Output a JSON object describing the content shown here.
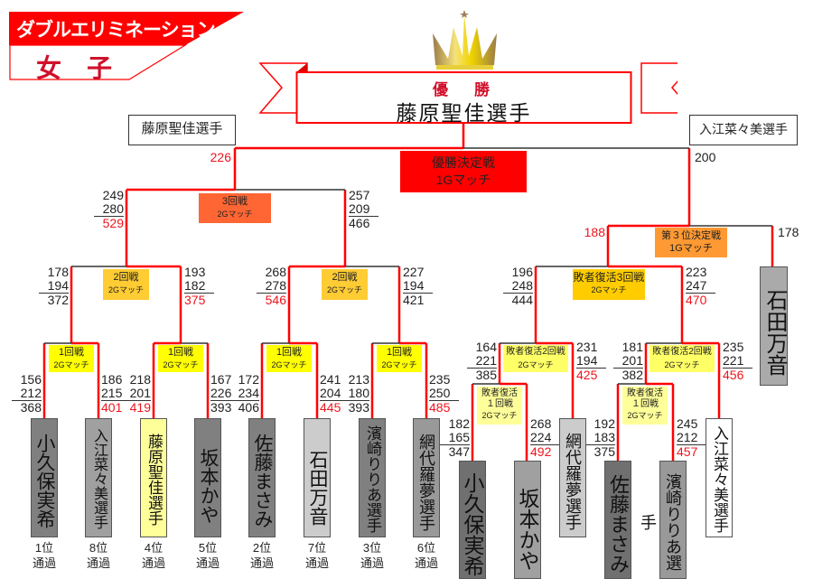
{
  "title": {
    "main": "ダブルエリミネーション",
    "sub": "女　子"
  },
  "champion": {
    "label": "優　勝",
    "name": "藤原聖佳選手"
  },
  "finalists": {
    "left": "藤原聖佳選手",
    "right": "入江菜々美選手"
  },
  "final": {
    "label": "優勝決定戦",
    "format": "1Gマッチ",
    "left_score": "226",
    "right_score": "200"
  },
  "round3": {
    "label": "3回戦",
    "format": "2Gマッチ",
    "left": [
      "249",
      "280",
      "529"
    ],
    "right": [
      "257",
      "209",
      "466"
    ]
  },
  "round2": [
    {
      "label": "2回戦",
      "format": "2Gマッチ",
      "left": [
        "178",
        "194",
        "372"
      ],
      "right": [
        "193",
        "182",
        "375"
      ]
    },
    {
      "label": "2回戦",
      "format": "2Gマッチ",
      "left": [
        "268",
        "278",
        "546"
      ],
      "right": [
        "227",
        "194",
        "421"
      ]
    }
  ],
  "round1": [
    {
      "label": "1回戦",
      "format": "2Gマッチ",
      "left": [
        "156",
        "212",
        "368"
      ],
      "right": [
        "186",
        "215",
        "401"
      ]
    },
    {
      "label": "1回戦",
      "format": "2Gマッチ",
      "left": [
        "218",
        "201",
        "419"
      ],
      "right": [
        "167",
        "226",
        "393"
      ]
    },
    {
      "label": "1回戦",
      "format": "2Gマッチ",
      "left": [
        "172",
        "234",
        "406"
      ],
      "right": [
        "241",
        "204",
        "445"
      ]
    },
    {
      "label": "1回戦",
      "format": "2Gマッチ",
      "left": [
        "213",
        "180",
        "393"
      ],
      "right": [
        "235",
        "250",
        "485"
      ]
    }
  ],
  "third_place": {
    "label": "第３位決定戦",
    "format": "1Gマッチ",
    "left_score": "188",
    "right_score": "178"
  },
  "losers3": {
    "label": "敗者復活3回戦",
    "format": "2Gマッチ",
    "left": [
      "196",
      "248",
      "444"
    ],
    "right": [
      "223",
      "247",
      "470"
    ]
  },
  "losers2": [
    {
      "label": "敗者復活2回戦",
      "format": "2Gマッチ",
      "left": [
        "164",
        "221",
        "385"
      ],
      "right": [
        "231",
        "194",
        "425"
      ]
    },
    {
      "label": "敗者復活2回戦",
      "format": "2Gマッチ",
      "left": [
        "181",
        "201",
        "382"
      ],
      "right": [
        "235",
        "221",
        "456"
      ]
    }
  ],
  "losers1": [
    {
      "label1": "敗者復活",
      "label2": "１回戦",
      "format": "2Gマッチ",
      "left": [
        "182",
        "165",
        "347"
      ],
      "right": [
        "268",
        "224",
        "492"
      ]
    },
    {
      "label1": "敗者復活",
      "label2": "１回戦",
      "format": "2Gマッチ",
      "left": [
        "192",
        "183",
        "375"
      ],
      "right": [
        "245",
        "212",
        "457"
      ]
    }
  ],
  "players": [
    {
      "name": "小久保実希",
      "rank": "1位"
    },
    {
      "name": "入江菜々美選手",
      "rank": "8位"
    },
    {
      "name": "藤原聖佳選手",
      "rank": "4位"
    },
    {
      "name": "坂本かや",
      "rank": "5位"
    },
    {
      "name": "佐藤まさみ",
      "rank": "2位"
    },
    {
      "name": "石田万音",
      "rank": "7位"
    },
    {
      "name": "濱崎りりあ選手",
      "rank": "3位"
    },
    {
      "name": "網代羅夢選手",
      "rank": "6位"
    }
  ],
  "pass_label": "通過",
  "losers_players": [
    "小久保実希",
    "坂本かや",
    "網代羅夢選手",
    "佐藤まさみ",
    "濱崎りりあ選手",
    "入江菜々美選手",
    "石田万音"
  ],
  "colors": {
    "red": "#ff0000",
    "orange3": "#ff6633",
    "orange2": "#ffcc33",
    "yellow1": "#ffff00",
    "pale": "#ffff99"
  }
}
